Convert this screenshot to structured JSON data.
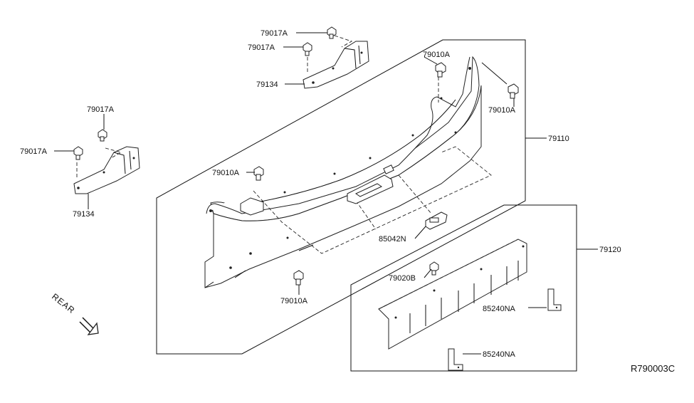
{
  "labels": {
    "bracket_top": {
      "bolt_upper": "79017A",
      "bolt_lower": "79017A",
      "bracket": "79134"
    },
    "bracket_left": {
      "bolt_upper": "79017A",
      "bolt_lower": "79017A",
      "bracket": "79134"
    },
    "panel_main": {
      "clip_top": "79010A",
      "clip_right": "79010A",
      "clip_mid": "79010A",
      "clip_bottom": "79010A",
      "assembly": "79110",
      "nut": "85042N"
    },
    "panel_lower": {
      "assembly": "79120",
      "clip": "79020B",
      "bracket_upper": "85240NA",
      "bracket_lower": "85240NA"
    },
    "direction": "REAR",
    "diagram_code": "R790003C"
  }
}
